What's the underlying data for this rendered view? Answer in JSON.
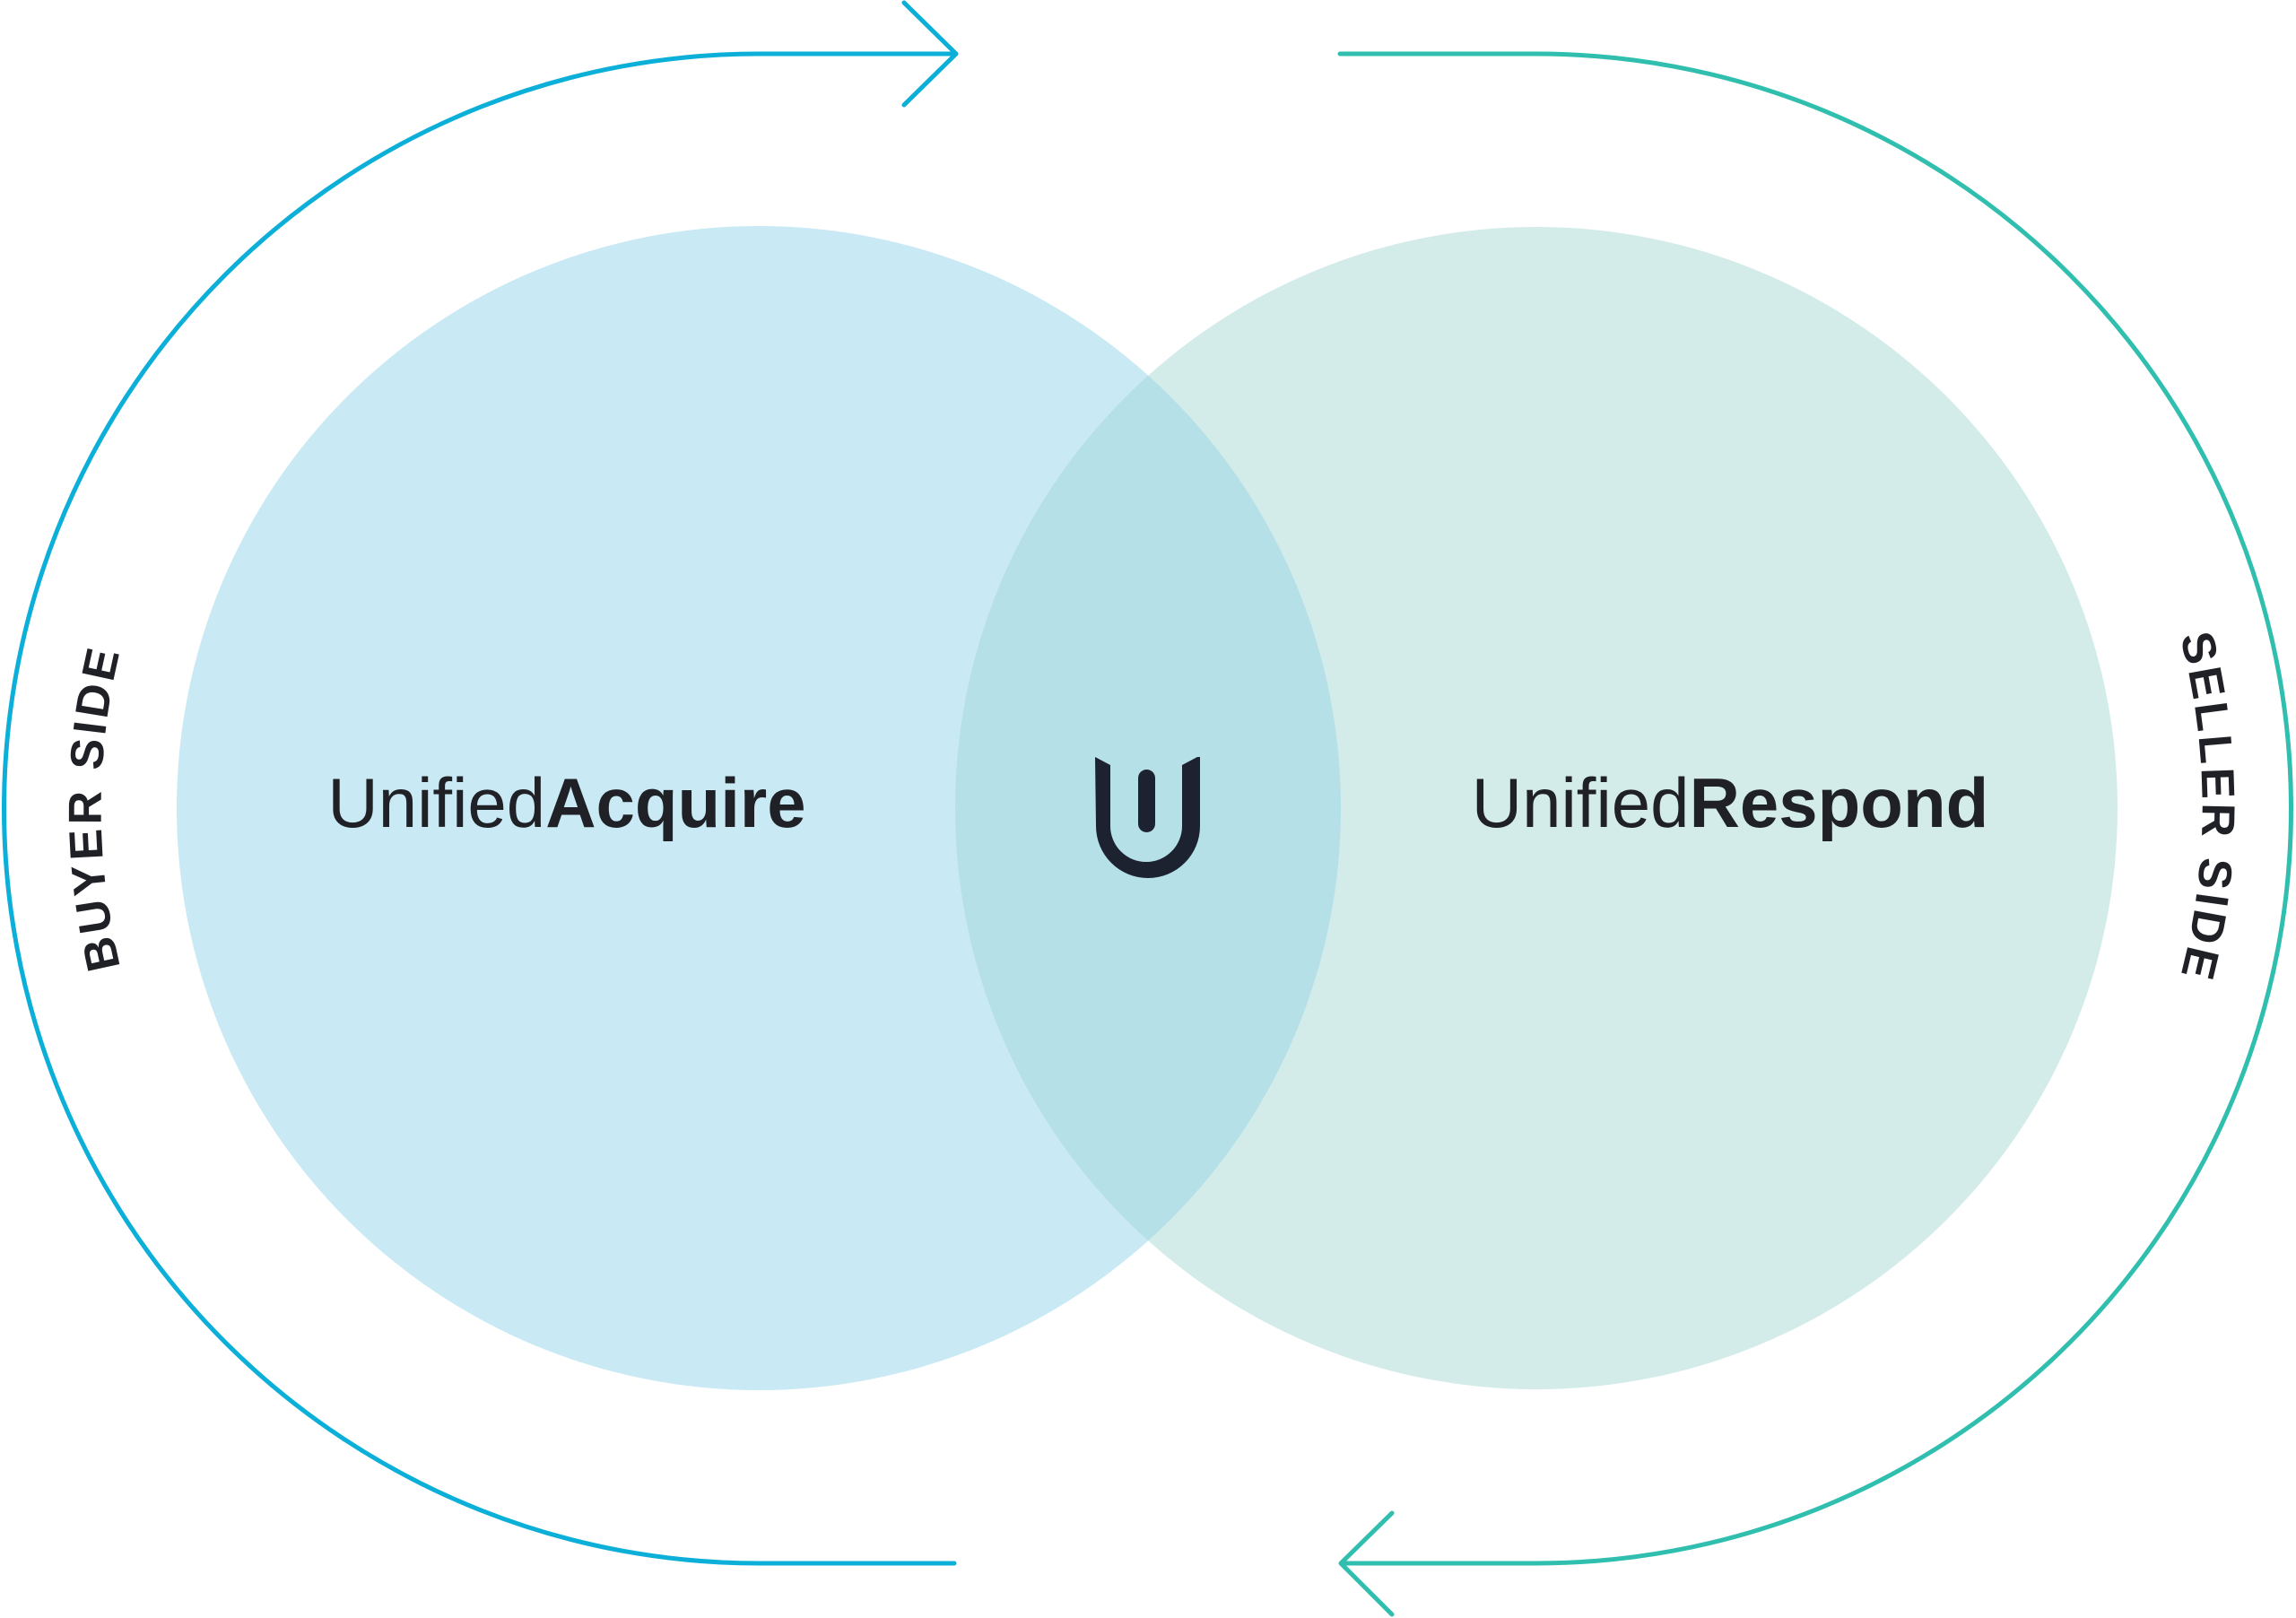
{
  "diagram": {
    "type": "venn-cycle",
    "left_circle": {
      "name_prefix": "Unified",
      "name_suffix": "Acquire",
      "fill": "#c9e9f4"
    },
    "right_circle": {
      "name_prefix": "Unified",
      "name_suffix": "Respond",
      "fill": "#d3ece9"
    },
    "overlap": {
      "fill": "#b5e0e8",
      "logo": "unified-u-logo",
      "logo_color": "#1d2230"
    },
    "buyer_arc": {
      "label": "BUYER SIDE",
      "color": "#0bafd8",
      "direction": "clockwise-to-top-right"
    },
    "seller_arc": {
      "label": "SELLER SIDE",
      "color": "#30bfae",
      "direction": "clockwise-to-bottom-left"
    }
  }
}
